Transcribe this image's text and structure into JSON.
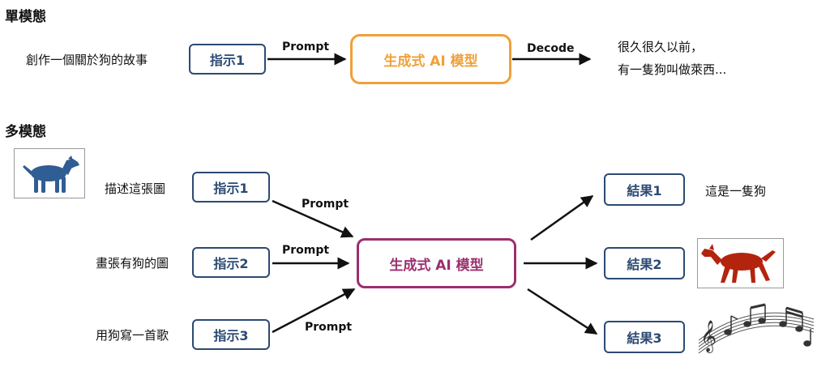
{
  "single": {
    "title": "單模態",
    "input_text": "創作一個關於狗的故事",
    "instruction": "指示1",
    "prompt_label": "Prompt",
    "model": "生成式 AI 模型",
    "decode_label": "Decode",
    "output_line1": "很久很久以前，",
    "output_line2": "有一隻狗叫做萊西..."
  },
  "multi": {
    "title": "多模態",
    "inputs": [
      {
        "text": "描述這張圖",
        "instruction": "指示1"
      },
      {
        "text": "畫張有狗的圖",
        "instruction": "指示2"
      },
      {
        "text": "用狗寫一首歌",
        "instruction": "指示3"
      }
    ],
    "prompt_label": "Prompt",
    "model": "生成式 AI 模型",
    "results": [
      {
        "label": "結果1",
        "output_text": "這是一隻狗"
      },
      {
        "label": "結果2"
      },
      {
        "label": "結果3"
      }
    ]
  },
  "icons": {
    "input_image": "blue-dog-icon",
    "generated_image": "red-dog-icon",
    "music": "music-notes-icon"
  },
  "colors": {
    "instruction_blue": "#2c4a73",
    "single_model_orange": "#f0a03a",
    "multi_model_purple": "#9c2f6e",
    "blue_dog": "#2f5d94",
    "red_dog": "#b3240f"
  }
}
